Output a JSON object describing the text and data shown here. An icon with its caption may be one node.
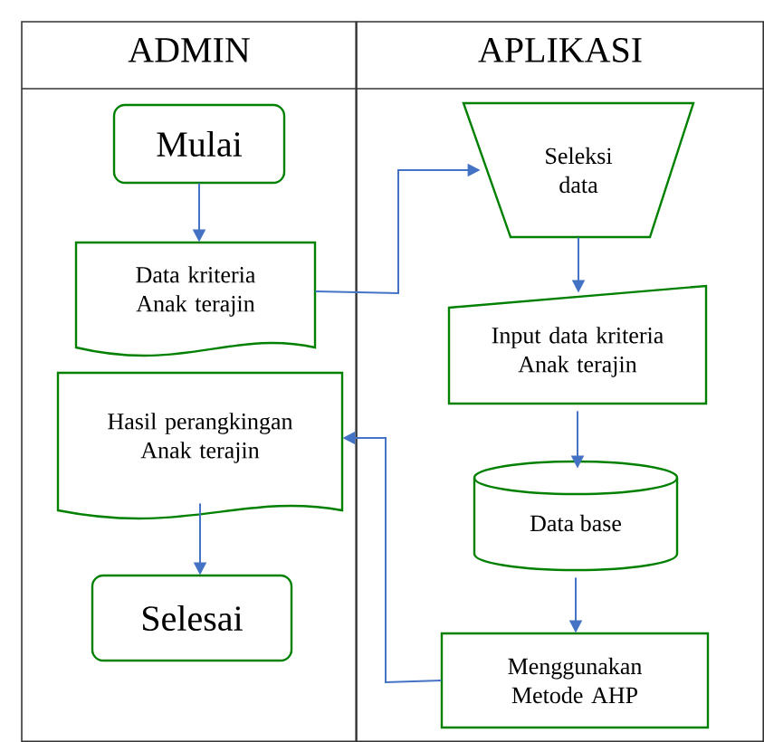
{
  "diagram": {
    "nodes": [
      {
        "text": [
          "ADMIN"
        ]
      },
      {
        "text": [
          "APLIKASI"
        ]
      },
      {
        "text": [
          "Mulai"
        ],
        "in": 0
      },
      {
        "text": [
          "Data kriteria Anak terajin"
        ],
        "in": 0
      },
      {
        "text": [
          "Hasil perangkingan Anak terajin"
        ],
        "in": 0
      },
      {
        "text": [
          "Selesai"
        ],
        "in": 0
      },
      {
        "text": [
          "Seleksi data"
        ],
        "in": 1
      },
      {
        "text": [
          "Input data kriteria Anak terajin"
        ],
        "in": 1
      },
      {
        "text": [
          "Data base"
        ],
        "in": 1
      },
      {
        "text": [
          "Menggunakan Metode AHP"
        ],
        "in": 1
      }
    ],
    "edges": [
      {
        "from": 2,
        "to": 3,
        "arrow": "to"
      },
      {
        "from": 3,
        "to": 6,
        "arrow": "to"
      },
      {
        "from": 6,
        "to": 7,
        "arrow": "to"
      },
      {
        "from": 7,
        "to": 8,
        "arrow": "to"
      },
      {
        "from": 8,
        "to": 9,
        "arrow": "to"
      },
      {
        "from": 9,
        "to": 4,
        "arrow": "to"
      },
      {
        "from": 4,
        "to": 5,
        "arrow": "to"
      }
    ]
  }
}
